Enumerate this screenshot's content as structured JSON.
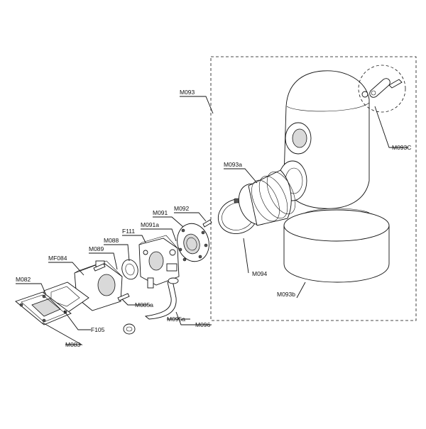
{
  "labels": {
    "M093": "M093",
    "M093C": "M093C",
    "M093a": "M093a",
    "M093b": "M093b",
    "M094": "M094",
    "M092": "M092",
    "M091": "M091",
    "M091a": "M091a",
    "F111": "F111",
    "M088": "M088",
    "M089": "M089",
    "MF084": "MF084",
    "M082": "M082",
    "M085a": "M085a",
    "M095a": "M095a",
    "M096": "M096",
    "F105": "F105",
    "M083": "M083"
  }
}
